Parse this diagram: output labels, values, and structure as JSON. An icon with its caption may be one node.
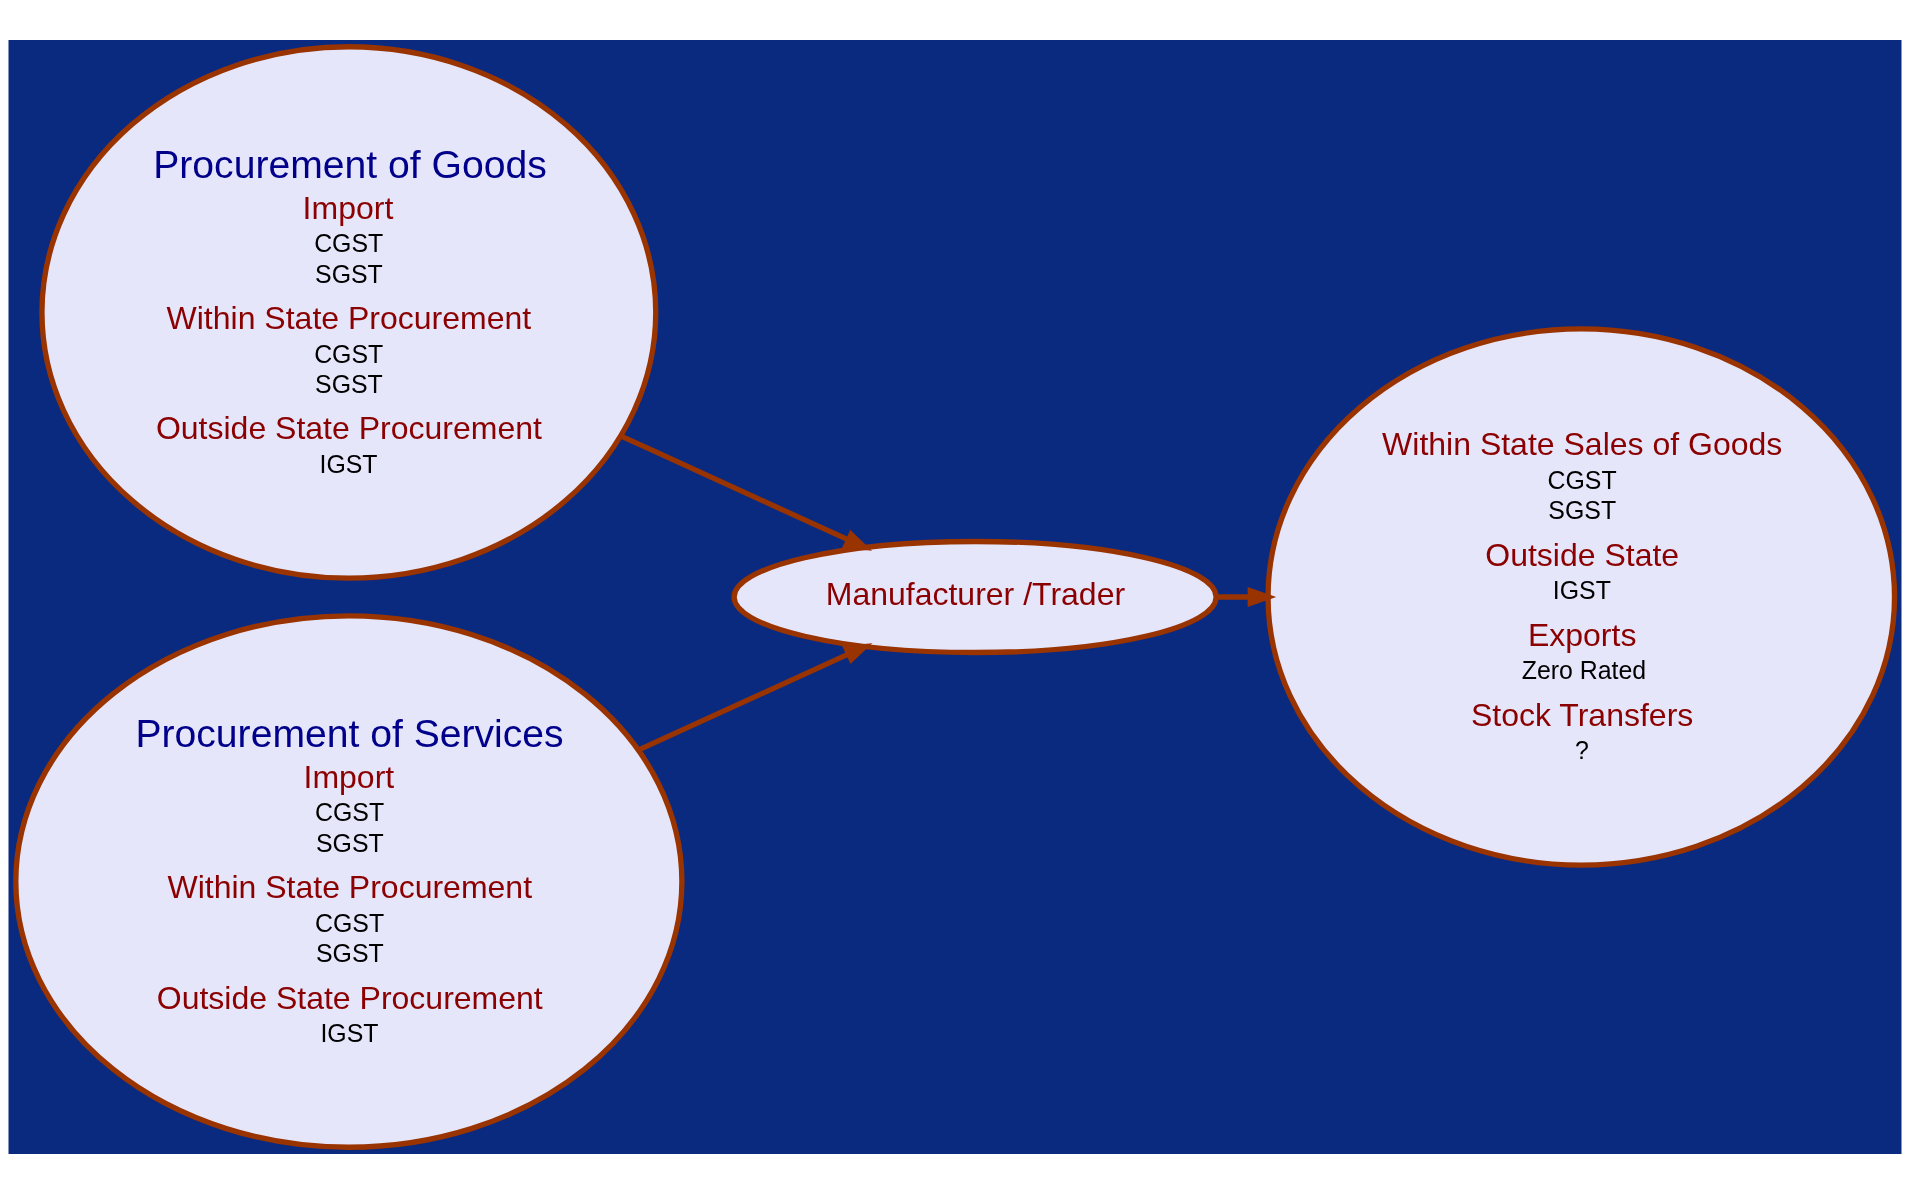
{
  "diagram": {
    "nodes": [
      {
        "text": [
          "Procurement of Goods",
          "Import",
          "CGST",
          "SGST",
          "Within State Procurement",
          "CGST",
          "SGST",
          "Outside State Procurement",
          "IGST"
        ]
      },
      {
        "text": [
          "Manufacturer /Trader"
        ]
      },
      {
        "text": [
          "Procurement of Services",
          "Import",
          "CGST",
          "SGST",
          "Within State Procurement",
          "CGST",
          "SGST",
          "Outside State Procurement",
          "IGST"
        ]
      },
      {
        "text": [
          "Within State Sales of Goods",
          "CGST",
          "SGST",
          "Outside State",
          "IGST",
          "Exports",
          "Zero Rated",
          "Stock Transfers",
          "?"
        ]
      }
    ],
    "edges": [
      {
        "from": 0,
        "to": 1,
        "arrow": "to"
      },
      {
        "from": 2,
        "to": 1,
        "arrow": "to"
      },
      {
        "from": 1,
        "to": 3,
        "arrow": "to"
      }
    ]
  }
}
